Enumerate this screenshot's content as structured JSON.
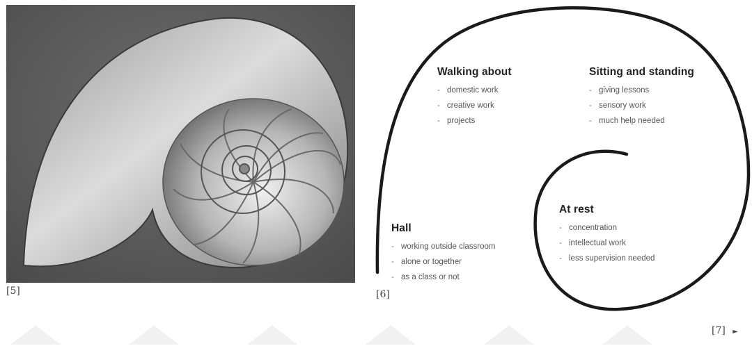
{
  "figures": {
    "photo_caption": "[5]",
    "diagram_caption": "[6]"
  },
  "diagram": {
    "groups": [
      {
        "title": "Walking about",
        "items": [
          "domestic work",
          "creative work",
          "projects"
        ]
      },
      {
        "title": "Sitting and standing",
        "items": [
          "giving lessons",
          "sensory work",
          "much help needed"
        ]
      },
      {
        "title": "At rest",
        "items": [
          "concentration",
          "intellectual work",
          "less supervision needed"
        ]
      },
      {
        "title": "Hall",
        "items": [
          "working outside classroom",
          "alone or together",
          "as a class or not"
        ]
      }
    ]
  },
  "footer": {
    "next_label": "[7]",
    "next_arrow": "►"
  }
}
